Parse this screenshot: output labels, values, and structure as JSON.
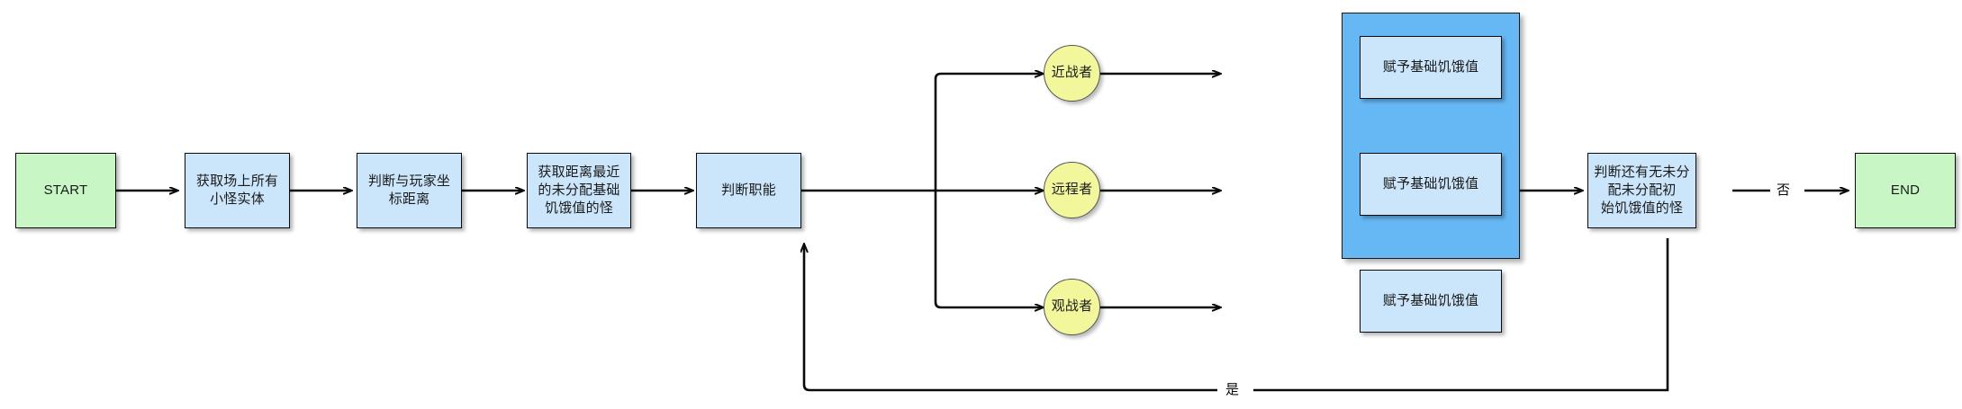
{
  "diagram": {
    "title": "",
    "colors": {
      "terminal_fill": "#c8f7c5",
      "process_fill": "#cbe6fb",
      "decision_fill": "#f2f79c",
      "container_fill": "#66b8f5",
      "stroke": "#0a0a0a",
      "background": "#ffffff"
    },
    "nodes": [
      {
        "id": "start",
        "label": "START",
        "type": "terminal"
      },
      {
        "id": "fetch",
        "label": "获取场上所有小怪实体",
        "type": "process"
      },
      {
        "id": "distance",
        "label": "判断与玩家坐标距离",
        "type": "process"
      },
      {
        "id": "nearest",
        "label": "获取距离最近的未分配基础\n饥饿值的怪",
        "type": "process"
      },
      {
        "id": "role",
        "label": "判断职能",
        "type": "process"
      },
      {
        "id": "melee",
        "label": "近战者",
        "type": "decision"
      },
      {
        "id": "ranged",
        "label": "远程者",
        "type": "decision"
      },
      {
        "id": "spectator",
        "label": "观战者",
        "type": "decision"
      },
      {
        "id": "assign1",
        "label": "赋予基础饥饿值",
        "type": "process"
      },
      {
        "id": "assign2",
        "label": "赋予基础饥饿值",
        "type": "process"
      },
      {
        "id": "assign3",
        "label": "赋予基础饥饿值",
        "type": "process"
      },
      {
        "id": "check",
        "label": "判断还有无未分配未分配初\n始饥饿值的怪",
        "type": "process"
      },
      {
        "id": "end",
        "label": "END",
        "type": "terminal"
      }
    ],
    "edge_labels": {
      "no": "否",
      "yes": "是"
    }
  }
}
